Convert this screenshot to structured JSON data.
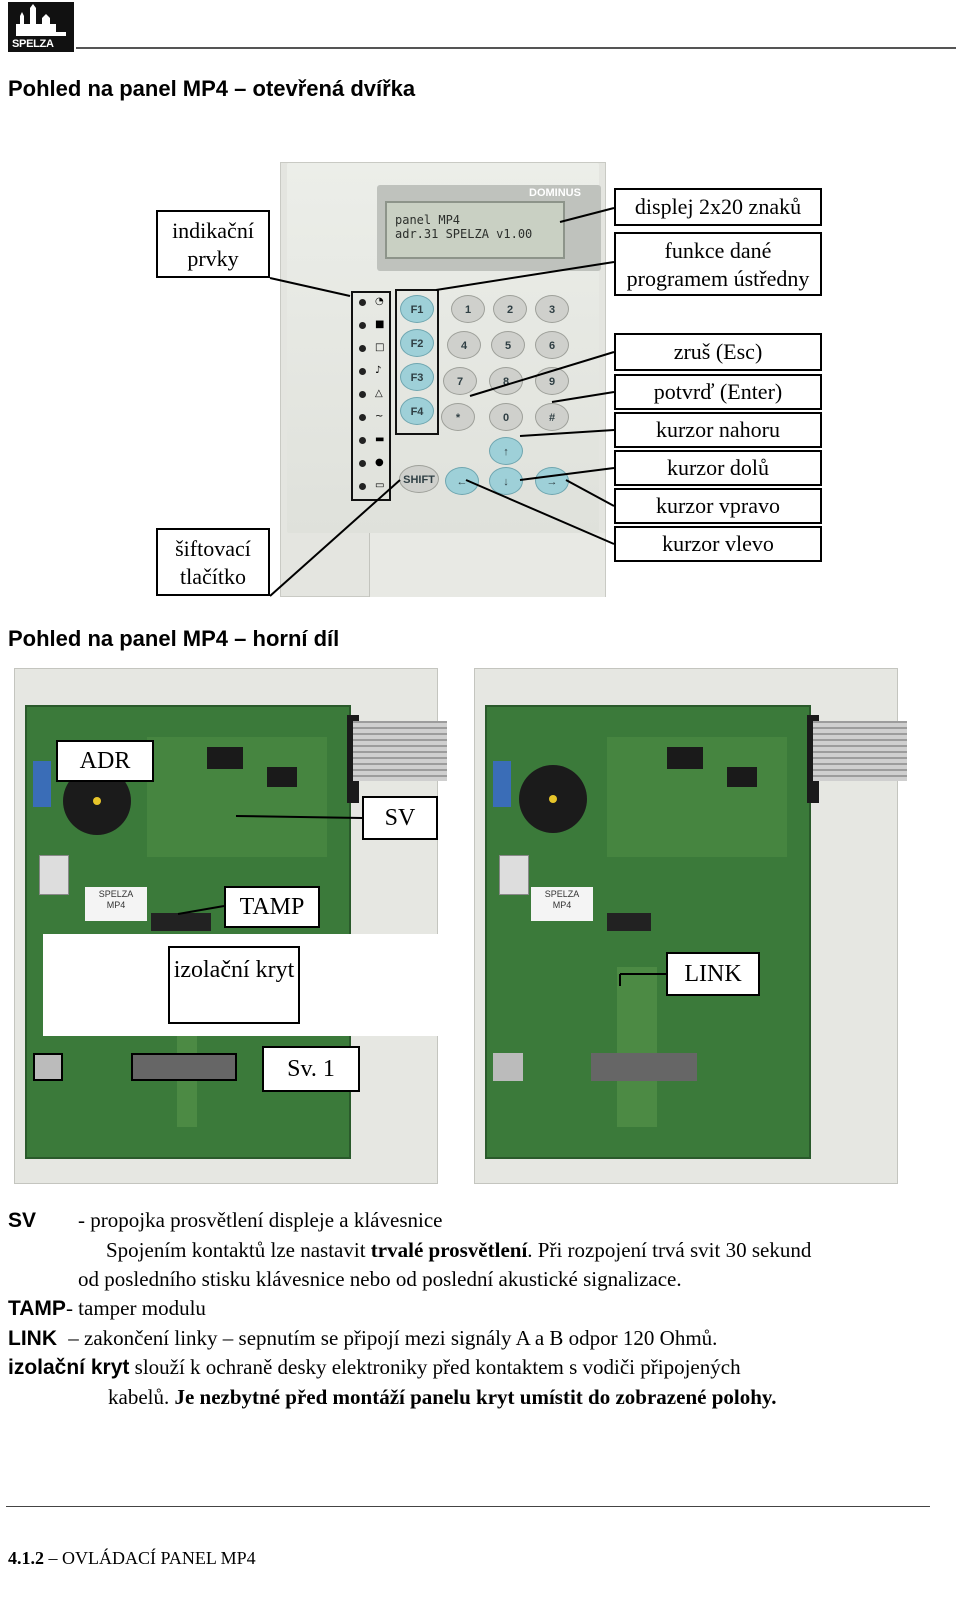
{
  "header": {
    "logo_text": "SPELZA"
  },
  "section1": {
    "title": "Pohled na panel MP4 – otevřená dvířka"
  },
  "keypad": {
    "lcd_line1": "panel MP4",
    "lcd_line2": "adr.31 SPELZA v1.00",
    "brand": "DOMINUS",
    "f_keys": [
      "F1",
      "F2",
      "F3",
      "F4"
    ],
    "num_keys": [
      "1",
      "2",
      "3",
      "4",
      "5",
      "6",
      "7",
      "8",
      "9",
      "*",
      "0",
      "#"
    ],
    "shift_key": "SHIFT",
    "callouts_left": [
      "indikační prvky",
      "šiftovací tlačítko"
    ],
    "callouts_right": [
      "displej 2x20 znaků",
      "funkce dané programem ústředny",
      "zruš (Esc)",
      "potvrď (Enter)",
      "kurzor nahoru",
      "kurzor dolů",
      "kurzor vpravo",
      "kurzor vlevo"
    ]
  },
  "section2": {
    "title": "Pohled na panel MP4 – horní díl"
  },
  "pcb": {
    "sticker_line1": "SPELZA",
    "sticker_line2": "MP4",
    "callouts_left_photo": [
      "ADR",
      "SV",
      "TAMP",
      "izolační kryt",
      "Sv. 1"
    ],
    "callouts_right_photo": [
      "LINK"
    ]
  },
  "descriptions": [
    {
      "term": "SV",
      "text": "- propojka prosvětlení displeje a klávesnice"
    },
    {
      "term": "",
      "pre": "Spojením kontaktů lze nastavit ",
      "bold": "trvalé prosvětlení",
      "post": ". Při rozpojení trvá svit 30 sekund"
    },
    {
      "term": "",
      "text": "od posledního stisku klávesnice nebo od poslední akustické signalizace."
    },
    {
      "term": "TAMP",
      "text": "- tamper modulu"
    },
    {
      "term": "LINK",
      "text": "– zakončení linky – sepnutím se připojí mezi signály A a B odpor 120 Ohmů."
    },
    {
      "term": "izolační kryt",
      "text": "slouží k ochraně desky elektroniky před kontaktem s vodiči připojených"
    },
    {
      "term": "",
      "pre": "kabelů. ",
      "bold": "Je nezbytné před montáží panelu kryt umístit do zobrazené polohy."
    }
  ],
  "footer": {
    "number": "4.1.2",
    "title": "– OVLÁDACÍ PANEL MP4"
  }
}
